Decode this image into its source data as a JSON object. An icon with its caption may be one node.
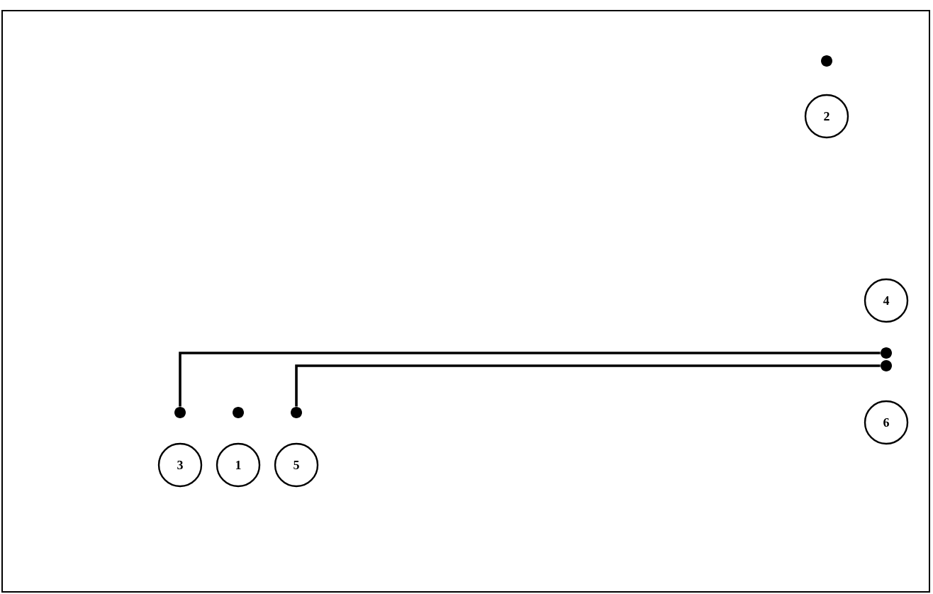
{
  "diagram": {
    "nodes": [
      {
        "text": [],
        "shape": "dot"
      },
      {
        "text": [
          "2"
        ]
      },
      {
        "text": [
          "4"
        ]
      },
      {
        "text": [],
        "shape": "dot"
      },
      {
        "text": [],
        "shape": "dot"
      },
      {
        "text": [
          "6"
        ]
      },
      {
        "text": [],
        "shape": "dot"
      },
      {
        "text": [],
        "shape": "dot"
      },
      {
        "text": [],
        "shape": "dot"
      },
      {
        "text": [
          "3"
        ]
      },
      {
        "text": [
          "1"
        ]
      },
      {
        "text": [
          "5"
        ]
      }
    ],
    "edges": [
      {
        "from": 6,
        "to": 3,
        "arrow": "none"
      },
      {
        "from": 8,
        "to": 4,
        "arrow": "none"
      }
    ]
  }
}
